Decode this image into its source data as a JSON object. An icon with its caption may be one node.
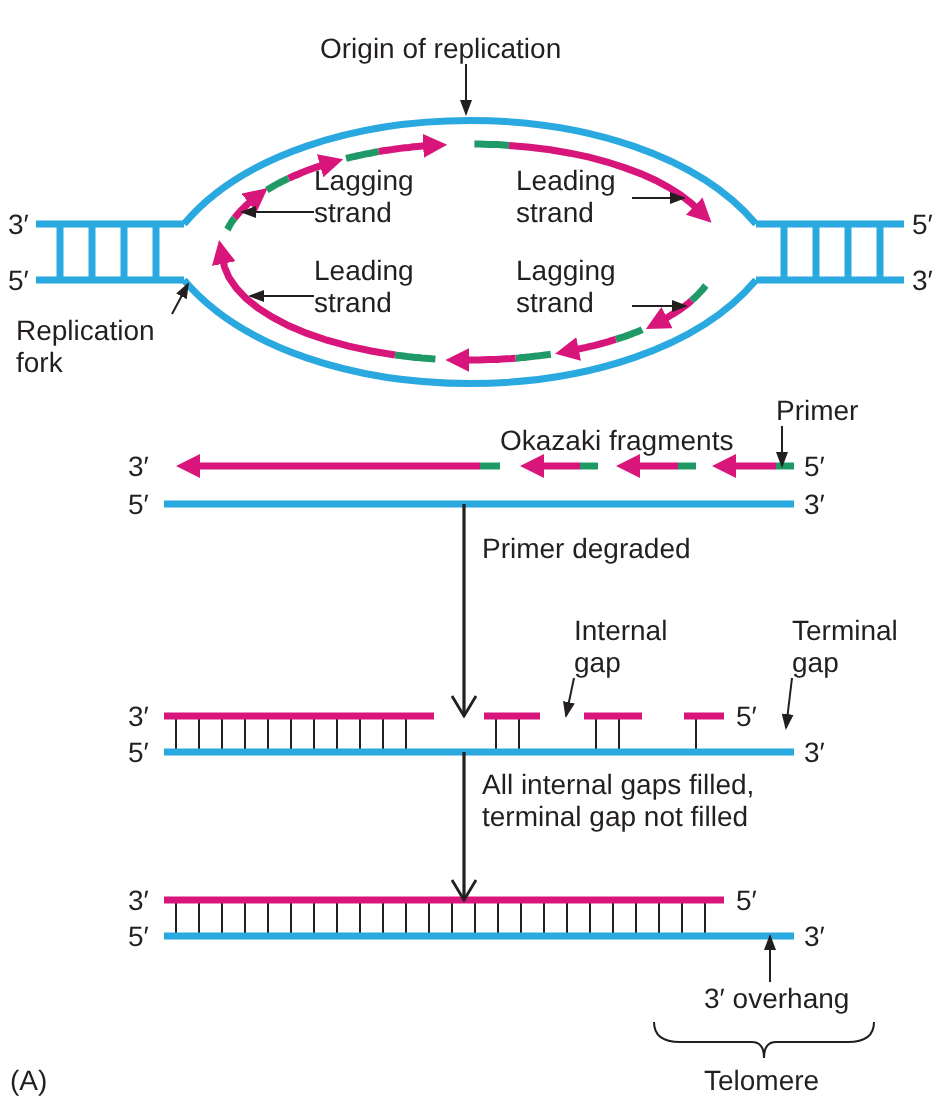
{
  "diagram": {
    "nodes": [
      {
        "text": [
          "Origin of replication"
        ]
      },
      {
        "text": [
          "Lagging strand"
        ]
      },
      {
        "text": [
          "Leading strand"
        ]
      },
      {
        "text": [
          "Leading strand"
        ]
      },
      {
        "text": [
          "Lagging strand"
        ]
      },
      {
        "text": [
          "Replication fork"
        ]
      },
      {
        "text": [
          "Primer"
        ]
      },
      {
        "text": [
          "Internal gap"
        ]
      },
      {
        "text": [
          "Terminal gap"
        ]
      },
      {
        "text": [
          "3′ overhang"
        ]
      },
      {
        "text": [],
        "shape": "picture"
      },
      {
        "text": [],
        "shape": "picture"
      },
      {
        "text": [],
        "shape": "picture"
      }
    ],
    "edges": [
      {
        "from": 0,
        "to": null,
        "arrow": "to"
      },
      {
        "from": 1,
        "to": null,
        "arrow": "to"
      },
      {
        "from": 2,
        "to": null,
        "arrow": "to"
      },
      {
        "from": 3,
        "to": null,
        "arrow": "to"
      },
      {
        "from": 4,
        "to": null,
        "arrow": "to"
      },
      {
        "from": 5,
        "to": null,
        "arrow": "to"
      },
      {
        "from": 6,
        "to": 10,
        "arrow": "to"
      },
      {
        "from": 7,
        "to": 11,
        "arrow": "to"
      },
      {
        "from": 8,
        "to": 11,
        "arrow": "to"
      },
      {
        "from": 9,
        "to": 12,
        "arrow": "to"
      },
      {
        "from": 10,
        "to": 11,
        "arrow": "to",
        "label": "Primer degraded"
      },
      {
        "from": 11,
        "to": 12,
        "arrow": "to",
        "label": "All internal gaps filled, terminal gap not filled"
      }
    ],
    "labels": [
      "3′",
      "5′",
      "5′",
      "3′",
      "Okazaki fragments",
      "3′",
      "5′",
      "5′",
      "3′",
      "3′",
      "5′",
      "5′",
      "3′",
      "3′",
      "5′",
      "5′",
      "3′",
      "(A)",
      "Telomere"
    ]
  }
}
